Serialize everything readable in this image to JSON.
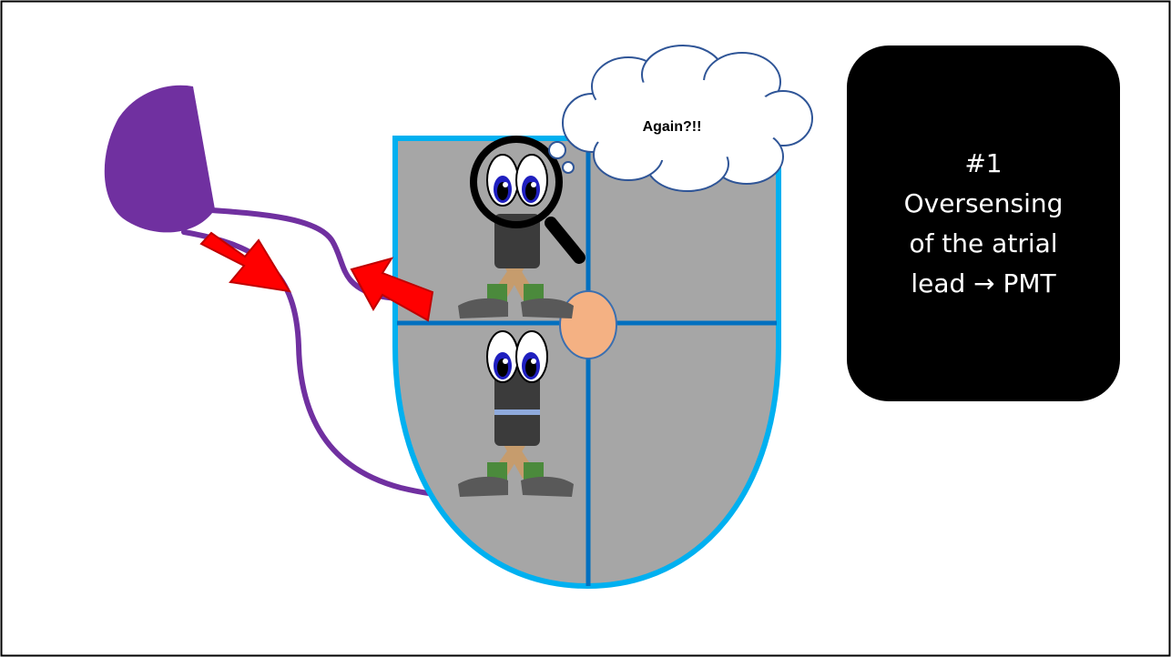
{
  "speech_bubble": {
    "text": "Again?!!"
  },
  "callout": {
    "lines": [
      "#1",
      "Oversensing",
      "of the atrial",
      "lead → PMT"
    ]
  },
  "colors": {
    "device_purple": "#7030a0",
    "heart_fill": "#a6a6a6",
    "heart_border": "#00b0f0",
    "septum_blue": "#0070c0",
    "arrow_red": "#ff0000",
    "node_peach": "#f4b183",
    "callout_bg": "#000000"
  }
}
